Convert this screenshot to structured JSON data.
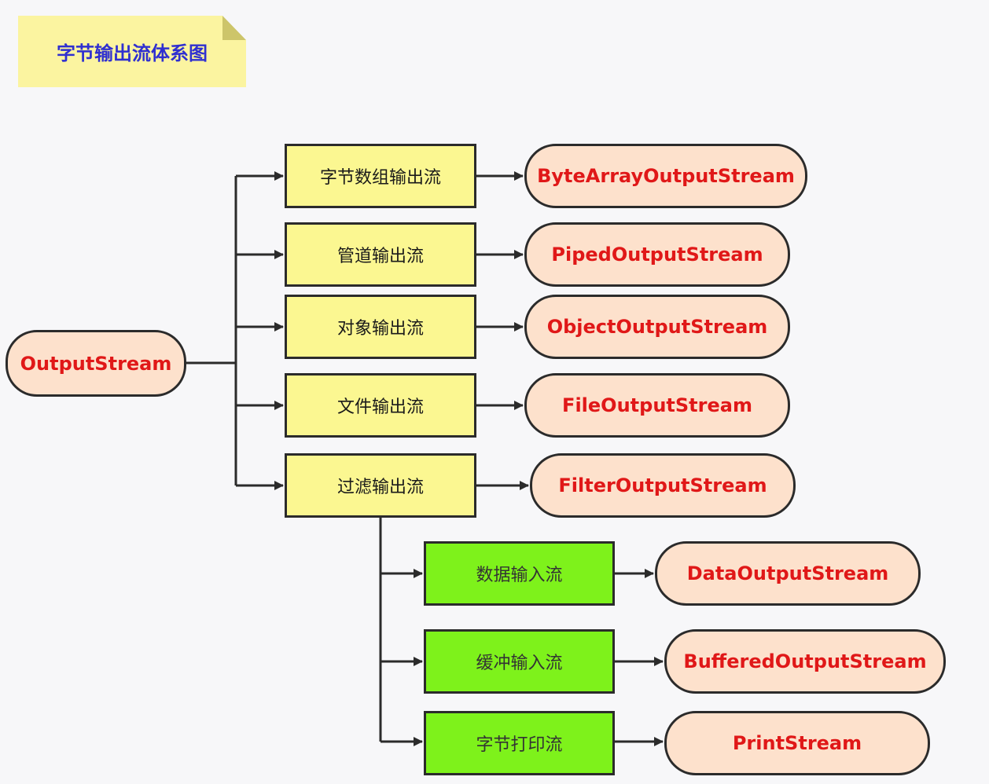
{
  "title": "字节输出流体系图",
  "root": {
    "label": "OutputStream"
  },
  "categories": [
    {
      "label": "字节数组输出流",
      "class_name": "ByteArrayOutputStream"
    },
    {
      "label": "管道输出流",
      "class_name": "PipedOutputStream"
    },
    {
      "label": "对象输出流",
      "class_name": "ObjectOutputStream"
    },
    {
      "label": "文件输出流",
      "class_name": "FileOutputStream"
    },
    {
      "label": "过滤输出流",
      "class_name": "FilterOutputStream"
    }
  ],
  "filter_subclasses": [
    {
      "label": "数据输入流",
      "class_name": "DataOutputStream"
    },
    {
      "label": "缓冲输入流",
      "class_name": "BufferedOutputStream"
    },
    {
      "label": "字节打印流",
      "class_name": "PrintStream"
    }
  ],
  "colors": {
    "title_text": "#2f2fd0",
    "note_bg": "#fbf4a0",
    "category_bg": "#fbf791",
    "subclass_bg": "#7ef21b",
    "class_bg": "#fde1cc",
    "class_text": "#e01818"
  }
}
